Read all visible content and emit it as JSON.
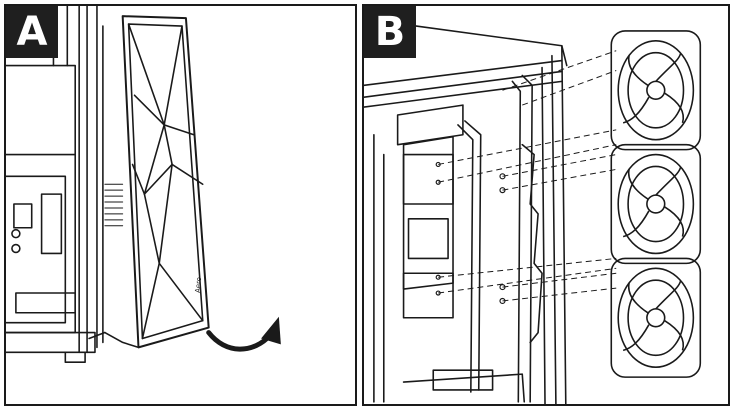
{
  "panels": [
    {
      "label": "A",
      "brand": "Aero"
    },
    {
      "label": "B"
    }
  ],
  "colors": {
    "ink": "#1a1a1a",
    "label_bg": "#1f1f1f",
    "paper": "#ffffff"
  }
}
